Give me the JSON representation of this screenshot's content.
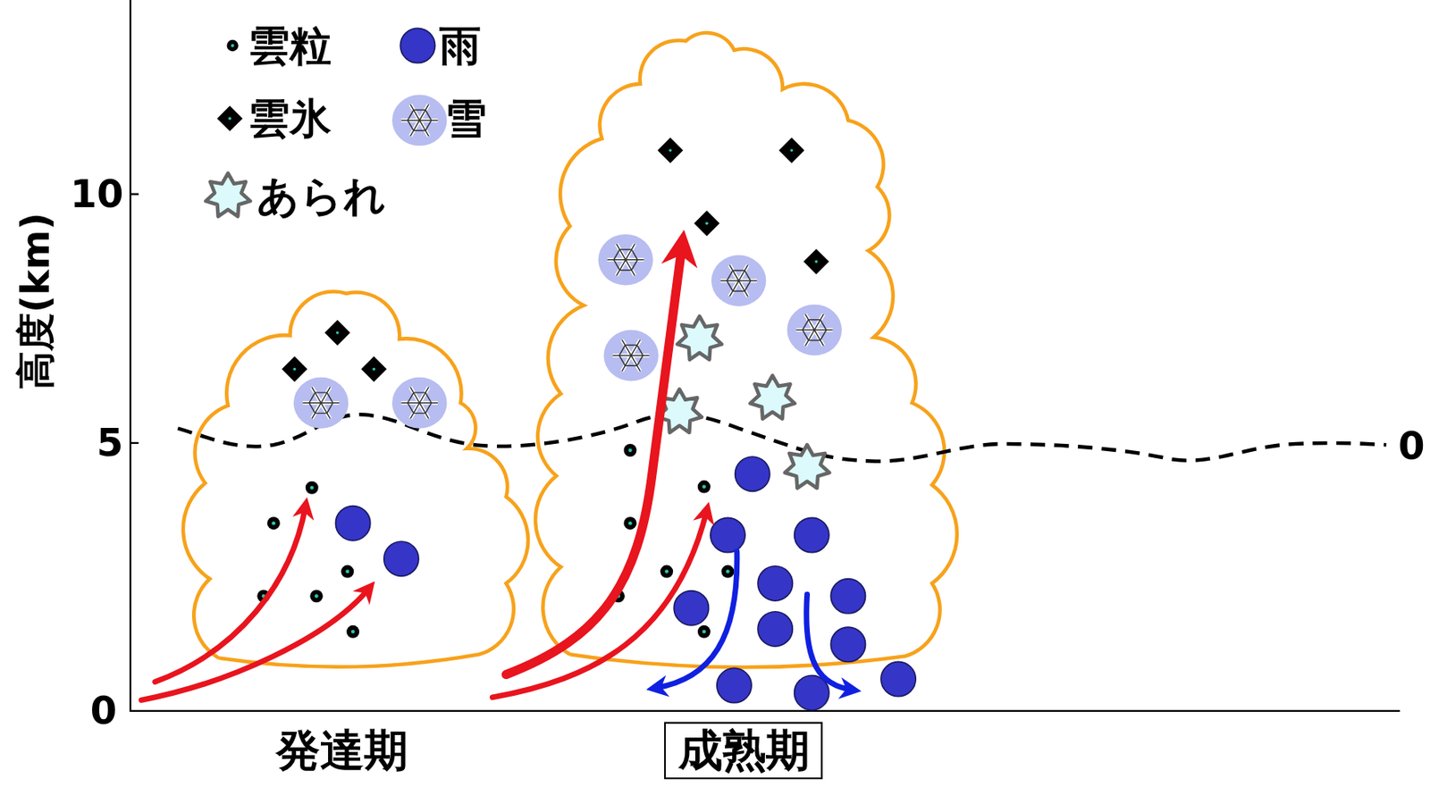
{
  "diagram": {
    "nodes": [
      {
        "text": [
          "成熟期"
        ]
      }
    ],
    "edges": [],
    "labels": [
      "高度(km)",
      "10",
      "5",
      "0",
      "0",
      "発達期"
    ],
    "legend": [
      {
        "text": "雲粒"
      },
      {
        "text": "雨"
      },
      {
        "text": "雲氷"
      },
      {
        "text": "雪"
      },
      {
        "text": "あられ"
      }
    ]
  }
}
